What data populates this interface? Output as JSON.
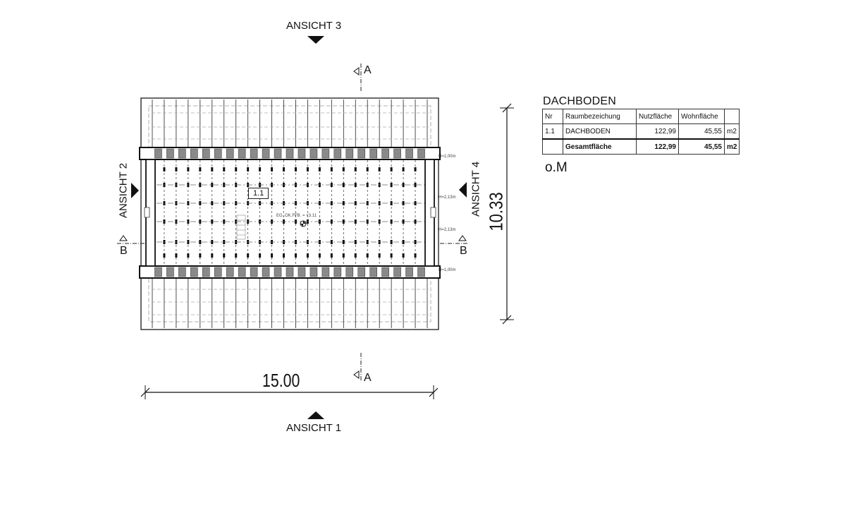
{
  "views": {
    "top": "ANSICHT 3",
    "bottom": "ANSICHT 1",
    "left": "ANSICHT 2",
    "right": "ANSICHT 4"
  },
  "sections": {
    "a_top": "A",
    "a_bottom": "A",
    "b_left": "B",
    "b_right": "B"
  },
  "dimensions": {
    "width": "15.00",
    "depth": "10.33"
  },
  "heights": {
    "h1": "H=1,00m",
    "h2": "H=2,13m",
    "h3": "H=2,13m",
    "h4": "H=1,00m"
  },
  "plan": {
    "room_tag": "1.1",
    "level_note": "EG. OK.FFB. = +3.11"
  },
  "room_table": {
    "title": "DACHBODEN",
    "headers": [
      "Nr",
      "Raumbezeichung",
      "Nutzfläche",
      "Wohnfläche",
      ""
    ],
    "rows": [
      {
        "nr": "1.1",
        "name": "DACHBODEN",
        "nutz": "122,99",
        "wohn": "45,55",
        "unit": "m2"
      }
    ],
    "total": {
      "label": "Gesamtfläche",
      "nutz": "122,99",
      "wohn": "45,55",
      "unit": "m2"
    },
    "note": "o.M"
  },
  "colors": {
    "line": "#1a1a1a",
    "beam": "#7a7a7a",
    "dashed": "#999999"
  }
}
